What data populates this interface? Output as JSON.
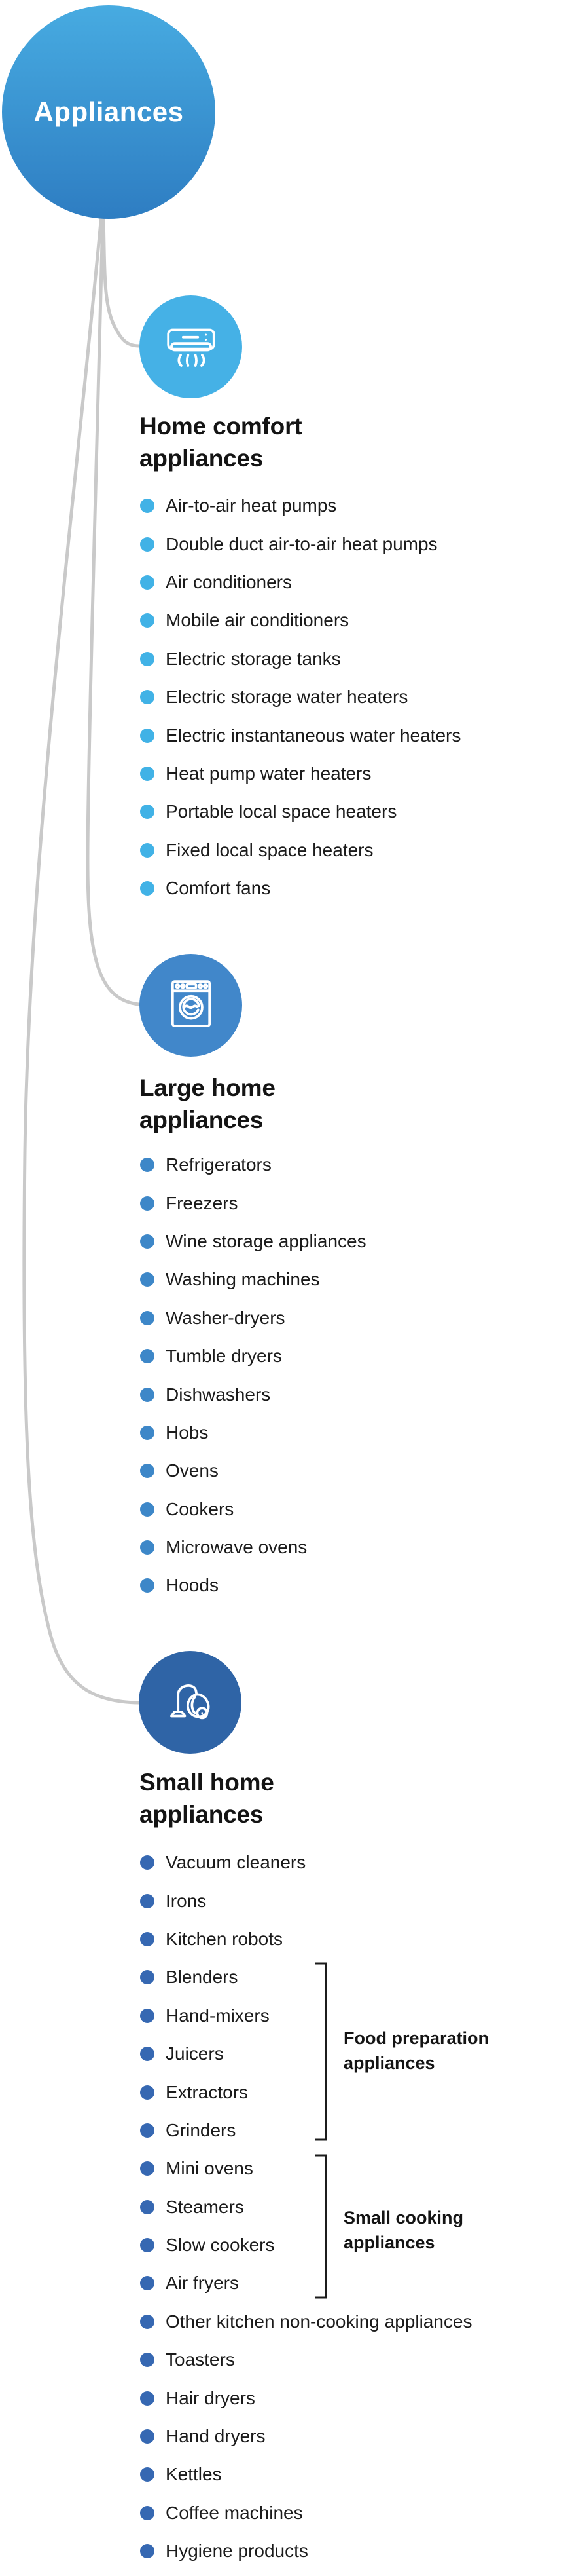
{
  "root": {
    "label": "Appliances",
    "gradient_top": "#47abe1",
    "gradient_bottom": "#2e7dc2"
  },
  "connector_color": "#c9c9c9",
  "bracket_color": "#1c1c1c",
  "sections": [
    {
      "id": "home-comfort",
      "icon": "air-conditioner-icon",
      "title": "Home comfort\nappliances",
      "circle_color": "#45b1e6",
      "bullet_color": "#41b2e6",
      "items": [
        "Air-to-air heat pumps",
        "Double duct air-to-air heat pumps",
        "Air conditioners",
        "Mobile air conditioners",
        "Electric storage tanks",
        "Electric storage water heaters",
        "Electric instantaneous water heaters",
        "Heat pump water heaters",
        "Portable local space heaters",
        "Fixed local space heaters",
        "Comfort fans"
      ]
    },
    {
      "id": "large-home",
      "icon": "washing-machine-icon",
      "title": "Large home\nappliances",
      "circle_color": "#4187ca",
      "bullet_color": "#3d87c8",
      "items": [
        "Refrigerators",
        "Freezers",
        "Wine storage appliances",
        "Washing machines",
        "Washer-dryers",
        "Tumble dryers",
        "Dishwashers",
        "Hobs",
        "Ovens",
        "Cookers",
        "Microwave ovens",
        "Hoods"
      ]
    },
    {
      "id": "small-home",
      "icon": "vacuum-cleaner-icon",
      "title": "Small home\nappliances",
      "circle_color": "#2f64a6",
      "bullet_color": "#3668b2",
      "items": [
        "Vacuum cleaners",
        "Irons",
        "Kitchen robots",
        "Blenders",
        "Hand-mixers",
        "Juicers",
        "Extractors",
        "Grinders",
        "Mini ovens",
        "Steamers",
        "Slow cookers",
        "Air fryers",
        "Other kitchen non-cooking appliances",
        "Toasters",
        "Hair dryers",
        "Hand dryers",
        "Kettles",
        "Coffee machines",
        "Hygiene products"
      ],
      "groups": [
        {
          "label": "Food preparation\nappliances",
          "bracketed_items": [
            "Blenders",
            "Hand-mixers",
            "Juicers",
            "Extractors",
            "Grinders"
          ]
        },
        {
          "label": "Small cooking\nappliances",
          "bracketed_items": [
            "Mini ovens",
            "Steamers",
            "Slow cookers",
            "Air fryers"
          ]
        }
      ]
    }
  ]
}
